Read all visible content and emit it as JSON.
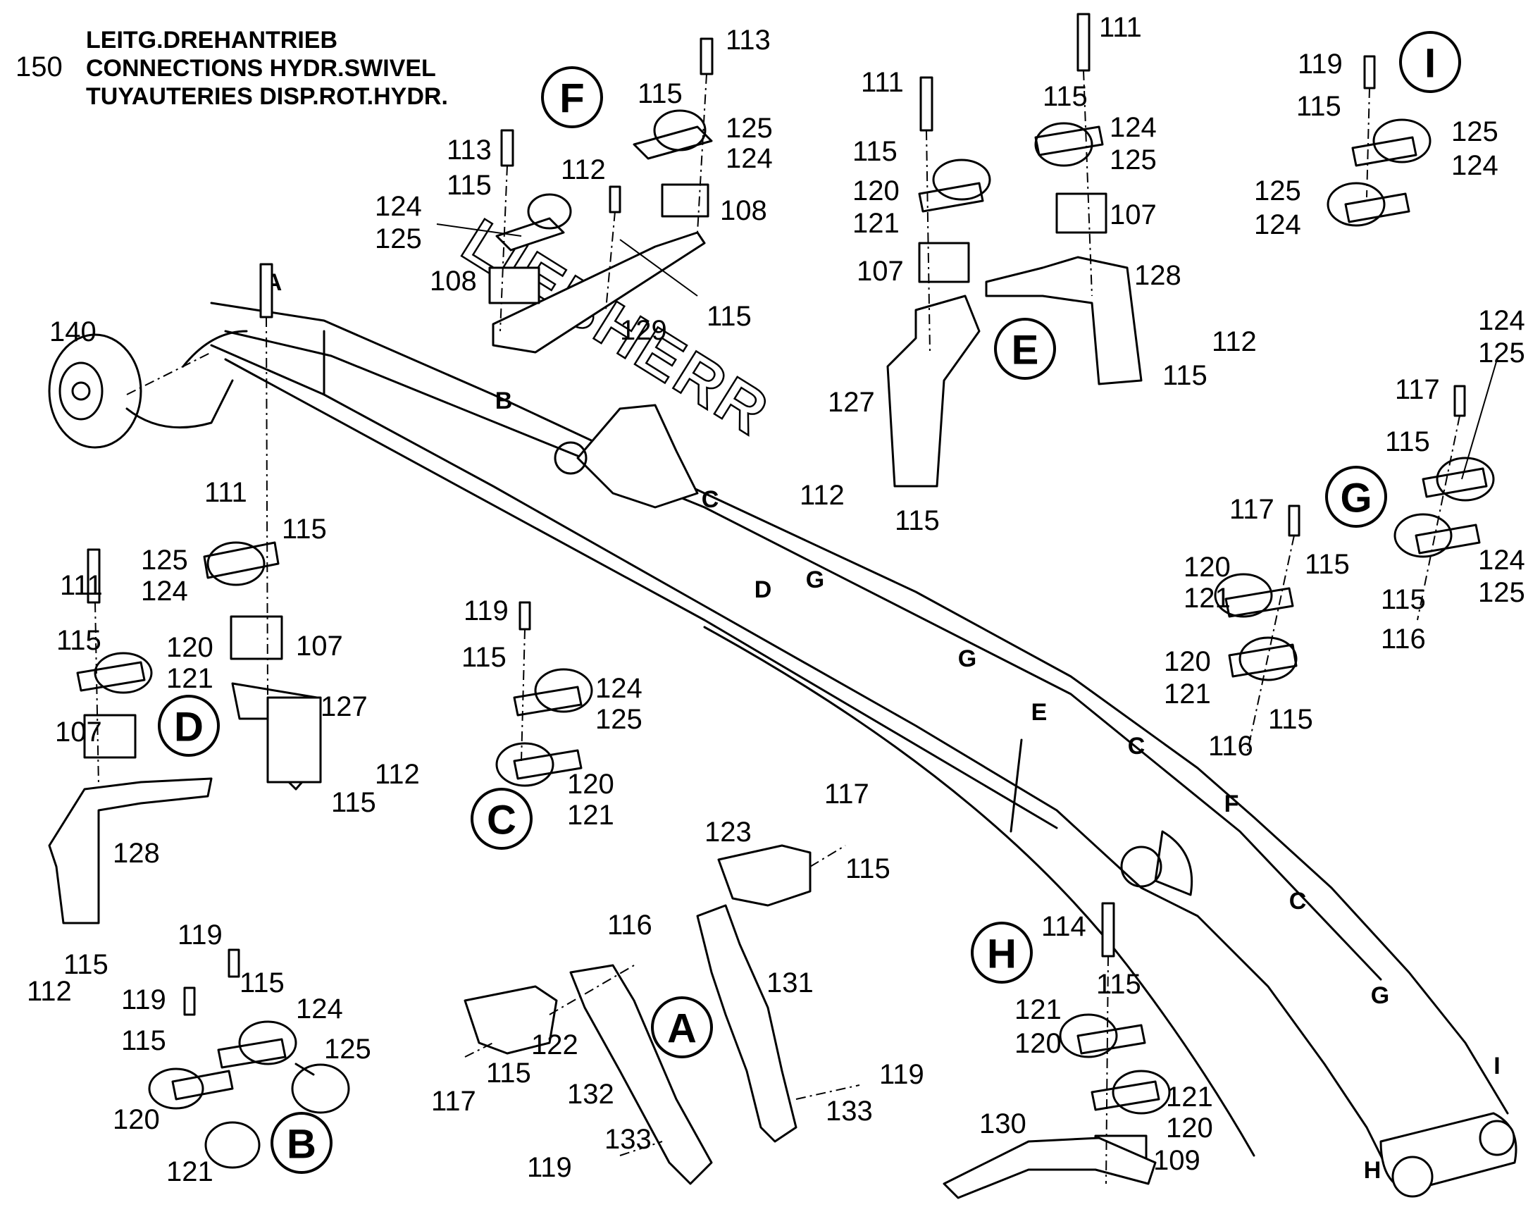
{
  "header": {
    "number": "150",
    "line1": "LEITG.DREHANTRIEB",
    "line2": "CONNECTIONS HYDR.SWIVEL",
    "line3": "TUYAUTERIES DISP.ROT.HYDR."
  },
  "brand_logo": "LIEBHERR",
  "group_bubbles": {
    "F": "F",
    "E": "E",
    "I": "I",
    "G": "G",
    "D": "D",
    "C": "C",
    "H": "H",
    "A": "A",
    "B": "B"
  },
  "boom_points": {
    "A": "A",
    "B": "B",
    "C1": "C",
    "D": "D",
    "G1": "G",
    "G2": "G",
    "E": "E",
    "C2": "C",
    "F": "F",
    "C3": "C",
    "G3": "G",
    "I": "I",
    "H": "H"
  },
  "parts": {
    "p140": "140",
    "F_113a": "113",
    "F_115a": "115",
    "F_125": "125",
    "F_124": "124",
    "F_113b": "113",
    "F_112": "112",
    "F_115b": "115",
    "F_108a": "108",
    "F_124b": "124",
    "F_125b": "125",
    "F_108b": "108",
    "F_129": "129",
    "F_115c": "115",
    "E_111a": "111",
    "E_111b": "111",
    "E_115a": "115",
    "E_124": "124",
    "E_125": "125",
    "E_115b": "115",
    "E_120": "120",
    "E_121": "121",
    "E_107a": "107",
    "E_107b": "107",
    "E_128": "128",
    "E_112a": "112",
    "E_115c": "115",
    "E_127": "127",
    "E_112b": "112",
    "E_115d": "115",
    "I_119": "119",
    "I_115": "115",
    "I_125a": "125",
    "I_124a": "124",
    "I_125b": "125",
    "I_124b": "124",
    "G_124a": "124",
    "G_125a": "125",
    "G_117a": "117",
    "G_115a": "115",
    "G_117b": "117",
    "G_115b": "115",
    "G_120a": "120",
    "G_121a": "121",
    "G_124b": "124",
    "G_125b": "125",
    "G_115c": "115",
    "G_116a": "116",
    "G_120b": "120",
    "G_121b": "121",
    "G_115d": "115",
    "G_116b": "116",
    "D_111a": "111",
    "D_115a": "115",
    "D_125": "125",
    "D_124": "124",
    "D_111b": "111",
    "D_115b": "115",
    "D_120": "120",
    "D_121": "121",
    "D_107a": "107",
    "D_127": "127",
    "D_107b": "107",
    "D_112a": "112",
    "D_115c": "115",
    "D_128": "128",
    "D_115d": "115",
    "D_112b": "112",
    "C_119": "119",
    "C_115": "115",
    "C_124": "124",
    "C_125": "125",
    "C_120": "120",
    "C_121": "121",
    "B_119a": "119",
    "B_115a": "115",
    "B_124": "124",
    "B_119b": "119",
    "B_115b": "115",
    "B_125": "125",
    "B_120": "120",
    "B_121": "121",
    "A_117a": "117",
    "A_115a": "115",
    "A_123": "123",
    "A_116": "116",
    "A_131": "131",
    "A_122": "122",
    "A_117b": "117",
    "A_115b": "115",
    "A_119a": "119",
    "A_132": "132",
    "A_133a": "133",
    "A_133b": "133",
    "A_119b": "119",
    "H_114": "114",
    "H_115": "115",
    "H_121a": "121",
    "H_120a": "120",
    "H_121b": "121",
    "H_120b": "120",
    "H_130": "130",
    "H_109": "109"
  }
}
